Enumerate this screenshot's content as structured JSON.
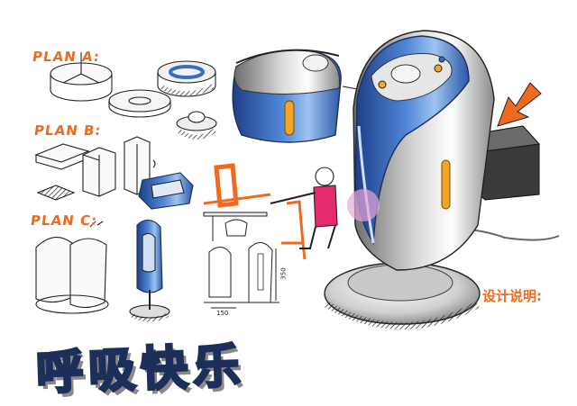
{
  "labels": {
    "plan_a": "PLAN A:",
    "plan_b": "PLAN B:",
    "plan_c": "PLAN C:",
    "design_title": "设计说明:",
    "title": "呼吸快乐",
    "dim_width": "150",
    "dim_height": "350"
  },
  "colors": {
    "accent_orange": "#f06a1e",
    "product_blue": "#3a6cc0",
    "title_blue": "#4b82c8",
    "grey": "#9a9a9a"
  }
}
